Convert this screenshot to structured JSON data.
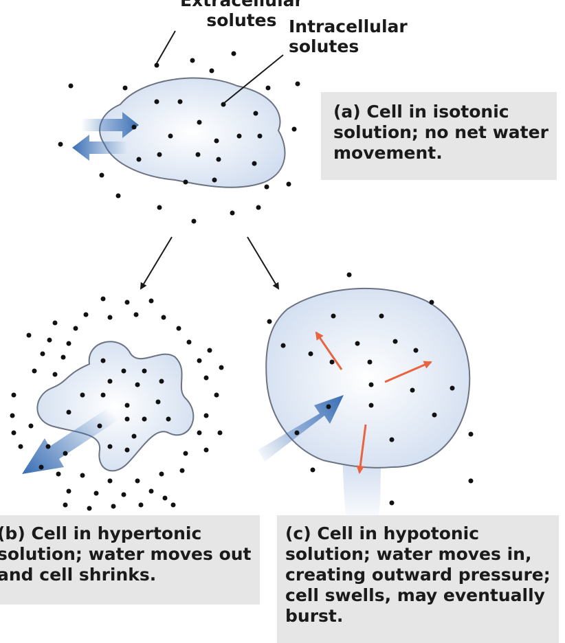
{
  "labels": {
    "extracellular": "Extracellular\nsolutes",
    "intracellular": "Intracellular\nsolutes"
  },
  "panels": {
    "a": {
      "pre": "(a) Cell in ",
      "term": "isotonic",
      "post": " solution; no net water movement."
    },
    "b": {
      "pre": "(b) Cell in ",
      "term": "hypertonic",
      "post": " solution; water moves out and cell shrinks."
    },
    "c": {
      "pre": "(c) Cell in ",
      "term": "hypotonic",
      "post": " solution; water moves in, creating outward pressure; cell swells, may eventually burst."
    }
  },
  "colors": {
    "cell_fill": "#e4ecf7",
    "cell_stroke": "#6b7382",
    "water_arrow": "#3a6fb5",
    "pressure_arrow": "#e8633f",
    "caption_box": "#e6e6e6"
  }
}
